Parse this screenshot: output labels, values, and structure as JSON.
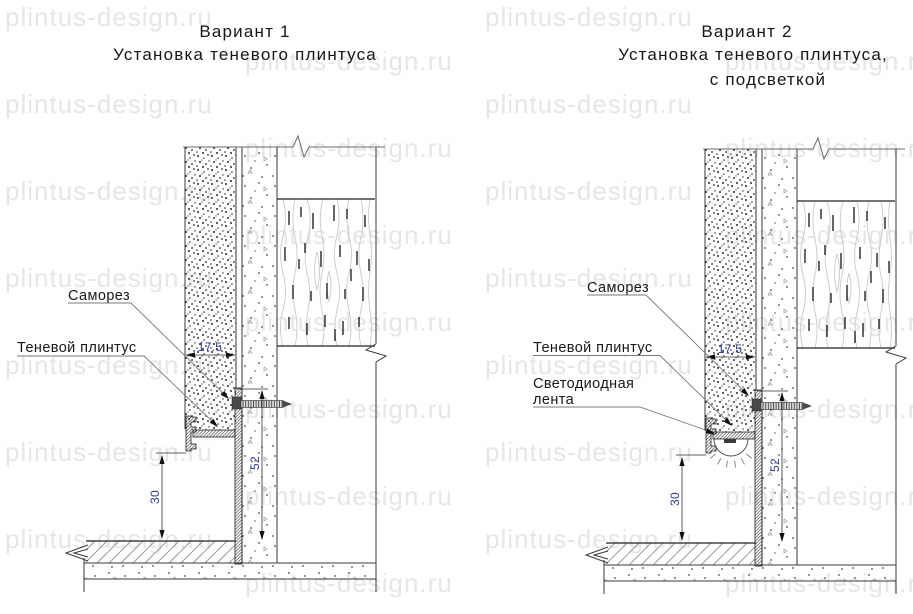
{
  "watermark": {
    "text": "plintus-design.ru"
  },
  "colors": {
    "dimension_text": "#2b3a8a",
    "label_text": "#171717",
    "watermark": "#e6e6e6"
  },
  "variant1": {
    "title1": "Вариант 1",
    "title2": "Установка теневого плинтуса",
    "label_screw": "Саморез",
    "label_plinth": "Теневой плинтус",
    "dim_width": "17.5",
    "dim_height": "52",
    "dim_gap": "30"
  },
  "variant2": {
    "title1": "Вариант 2",
    "title2": "Установка теневого плинтуса,",
    "title3": "с подсветкой",
    "label_screw": "Саморез",
    "label_plinth": "Теневой плинтус",
    "label_led1": "Светодиодная",
    "label_led2": "лента",
    "dim_width": "17.5",
    "dim_height": "52",
    "dim_gap": "30"
  }
}
